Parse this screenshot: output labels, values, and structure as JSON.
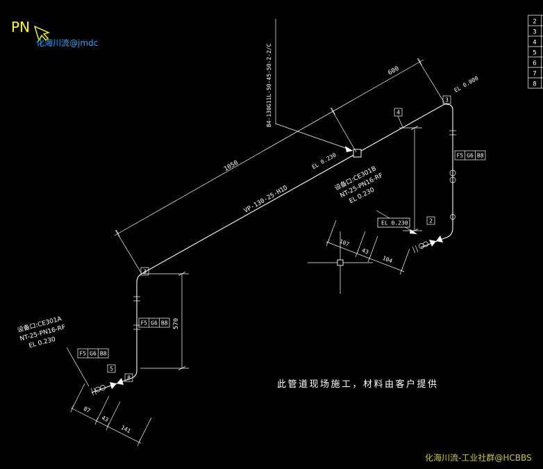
{
  "canvas": {
    "cursor_label": "PN",
    "watermark_top": "化海川流@jmdc",
    "watermark_bottom": "化海川流-工业社群@HCBBS",
    "note": "此管道现场施工，材料由客户提供"
  },
  "right_table": {
    "rows": [
      "2",
      "3",
      "4",
      "5",
      "6",
      "7",
      "8"
    ]
  },
  "pipes": {
    "main_label": "VP-130-25-H1D",
    "branch_label": "B4-130G11L-50-45-50-2-2/C"
  },
  "elevations": {
    "top_right": "EL 0.000",
    "branch": "EL 0.230",
    "boxed_right": "EL 0.230"
  },
  "equipment": {
    "right": {
      "nozzle": "设备口:CE301B",
      "spec": "NT-25-PN16-RF",
      "elevation": "EL 0.230"
    },
    "left": {
      "nozzle": "设备口:CE301A",
      "spec": "NT-25-PN16-RF",
      "elevation": "EL 0.230"
    }
  },
  "dimensions": {
    "run_lower": "1050",
    "run_upper": "600",
    "left_vertical": "570",
    "right_chain": [
      "107",
      "43",
      "104"
    ],
    "left_chain": [
      "87",
      "43",
      "141"
    ]
  },
  "fitting_tag": [
    "F5",
    "G6",
    "B8"
  ],
  "balloons": [
    "3",
    "4",
    "2",
    "3",
    "8",
    "5"
  ]
}
